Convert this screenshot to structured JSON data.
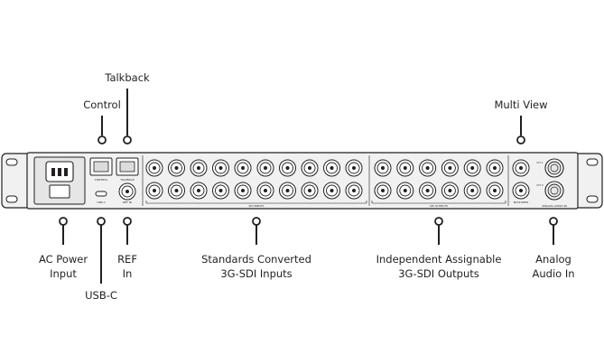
{
  "callouts": {
    "talkback": {
      "lines": [
        "Talkback"
      ]
    },
    "control": {
      "lines": [
        "Control"
      ]
    },
    "multi_view": {
      "lines": [
        "Multi View"
      ]
    },
    "ac_power_input": {
      "lines": [
        "AC Power",
        "Input"
      ]
    },
    "usb_c": {
      "lines": [
        "USB-C"
      ]
    },
    "ref_in": {
      "lines": [
        "REF",
        "In"
      ]
    },
    "standards_converted_inputs": {
      "lines": [
        "Standards Converted",
        "3G-SDI Inputs"
      ]
    },
    "independent_assignable_outputs": {
      "lines": [
        "Independent Assignable",
        "3G-SDI Outputs"
      ]
    },
    "analog_audio_in": {
      "lines": [
        "Analog",
        "Audio In"
      ]
    }
  },
  "panel": {
    "labels": {
      "control": "CONTROL",
      "talkback": "TALKBACK",
      "usb": "USB-C",
      "ref": "REF IN",
      "sdi_inputs": "SDI INPUTS",
      "sdi_outputs": "SDI OUTPUTS",
      "multiview": "MULTIVIEW",
      "analog_audio": "ANALOG AUDIO IN",
      "ch1": "CH 1",
      "ch2": "CH 2"
    },
    "input_groups": 2,
    "inputs_per_group": 5,
    "output_pairs": 6
  },
  "colors": {
    "line": "#231f20",
    "panel_fill": "#f1f1f1",
    "panel_inner": "#e6e6e6",
    "connector_fill": "#ffffff"
  }
}
